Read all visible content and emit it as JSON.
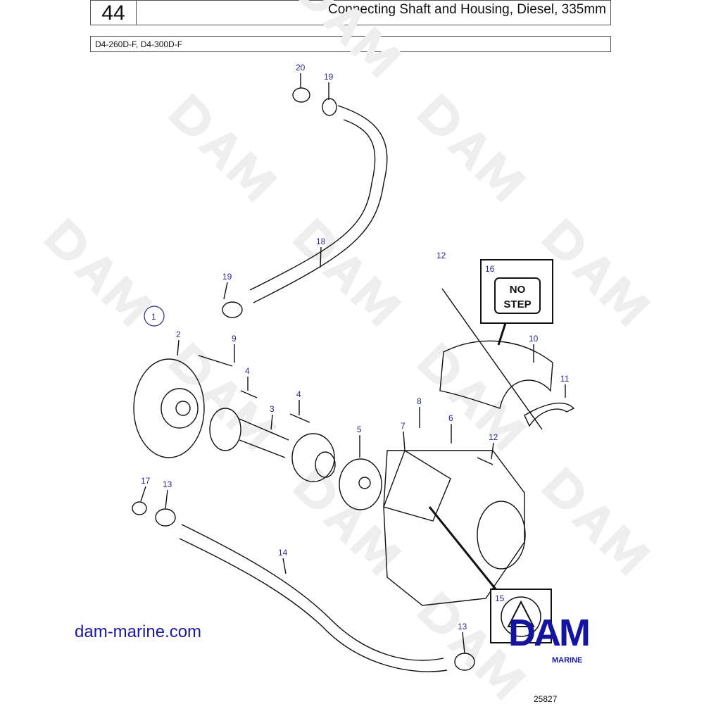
{
  "header": {
    "page_number": "44",
    "title": "Connecting Shaft and Housing, Diesel, 335mm",
    "models": "D4-260D-F, D4-300D-F"
  },
  "labels": {
    "l20": "20",
    "l19a": "19",
    "l18": "18",
    "l19b": "19",
    "l1": "1",
    "l2": "2",
    "l9": "9",
    "l4a": "4",
    "l3": "3",
    "l4b": "4",
    "l5": "5",
    "l7": "7",
    "l8": "8",
    "l6": "6",
    "l12a": "12",
    "l16": "16",
    "l10": "10",
    "l11": "11",
    "l12b": "12",
    "l17": "17",
    "l13a": "13",
    "l14": "14",
    "l15": "15",
    "l13b": "13"
  },
  "decal_no_step": {
    "line1": "NO",
    "line2": "STEP"
  },
  "watermark": "DAM",
  "footer": {
    "website": "dam-marine.com",
    "logo_text": "DAM",
    "logo_subtext": "MARINE",
    "drawing_ref": "25827"
  },
  "colors": {
    "label": "#2a2a8c",
    "brand": "#1414a0"
  }
}
